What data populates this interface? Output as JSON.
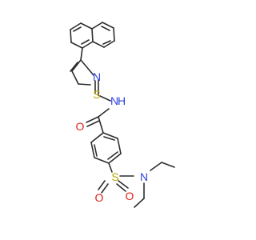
{
  "atom_labels": {
    "nitrogen_thiazole": "N",
    "sulfur_thiazole": "S",
    "amide_nitrogen": "N",
    "amide_hydrogen": "H",
    "amide_oxygen": "O",
    "sulfonyl_sulfur": "S",
    "sulfonyl_oxygen_left": "O",
    "sulfonyl_oxygen_right": "O",
    "sulfonamide_nitrogen": "N"
  },
  "colors": {
    "bond": "#2d2d2d",
    "nitrogen": "#2f45e0",
    "oxygen": "#e0201b",
    "sulfur": "#b8a400",
    "background": "#ffffff"
  }
}
